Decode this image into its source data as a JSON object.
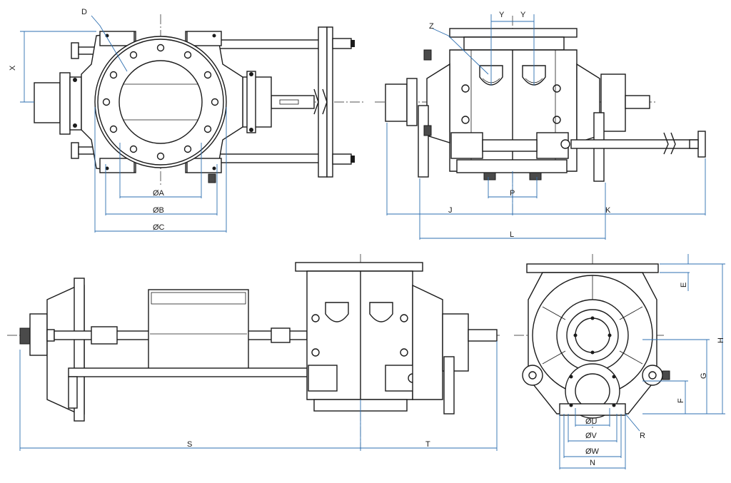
{
  "labels": {
    "D": "D",
    "X": "X",
    "OA": "ØA",
    "OB": "ØB",
    "OC": "ØC",
    "Z": "Z",
    "Y1": "Y",
    "Y2": "Y",
    "P": "P",
    "J": "J",
    "K": "K",
    "L": "L",
    "S": "S",
    "T": "T",
    "E": "E",
    "H": "H",
    "G": "G",
    "F": "F",
    "OU": "ØU",
    "OV": "ØV",
    "OW": "ØW",
    "N": "N",
    "R": "R"
  },
  "colors": {
    "line": "#1b1b1b",
    "dimension": "#2e6fb0",
    "background": "#ffffff"
  }
}
